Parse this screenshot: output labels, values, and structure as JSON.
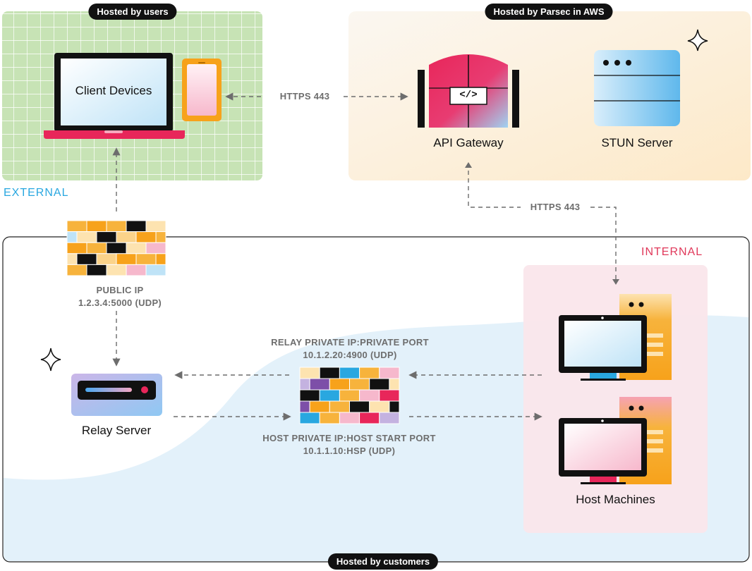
{
  "hosted_users": "Hosted by users",
  "hosted_parsec": "Hosted by Parsec in AWS",
  "hosted_customers": "Hosted by customers",
  "external_label": "EXTERNAL",
  "internal_label": "INTERNAL",
  "client_devices": "Client Devices",
  "api_gateway": "API Gateway",
  "api_icon": "</>",
  "stun_server": "STUN Server",
  "relay_server": "Relay Server",
  "host_machines": "Host Machines",
  "https_top": "HTTPS 443",
  "https_right": "HTTPS 443",
  "public_ip_title": "PUBLIC IP",
  "public_ip_value": "1.2.3.4:5000 (UDP)",
  "relay_private_title": "RELAY PRIVATE IP:PRIVATE PORT",
  "relay_private_value": "10.1.2.20:4900 (UDP)",
  "host_private_title": "HOST PRIVATE IP:HOST START PORT",
  "host_private_value": "10.1.1.10:HSP (UDP)",
  "colors": {
    "external_bg": "#c7e3b5",
    "aws_bg": "#fdf2de",
    "internal_bg": "#fae6eb",
    "water": "#e3f1fa",
    "external_text": "#29a7e0",
    "internal_text": "#e0385a",
    "accent_red": "#e8265a",
    "accent_orange": "#f7a21b"
  }
}
